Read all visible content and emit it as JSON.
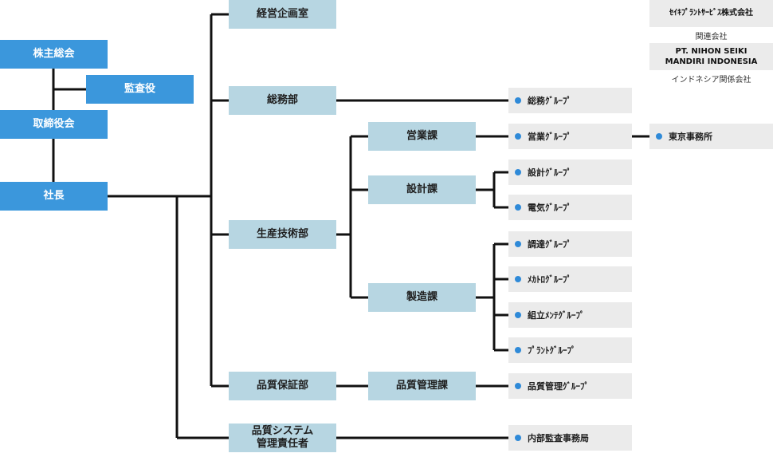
{
  "executive": {
    "shareholders": "株主総会",
    "auditor": "監査役",
    "board": "取締役会",
    "president": "社長"
  },
  "departments": {
    "planning": "経営企画室",
    "general_affairs": "総務部",
    "production_engineering": "生産技術部",
    "quality_assurance": "品質保証部",
    "quality_system_manager": "品質システム\n管理責任者"
  },
  "sections": {
    "sales": "営業課",
    "design": "設計課",
    "manufacturing": "製造課",
    "quality_control": "品質管理課"
  },
  "groups": {
    "general_affairs": "総務ｸﾞﾙｰﾌﾟ",
    "sales": "営業ｸﾞﾙｰﾌﾟ",
    "design": "設計ｸﾞﾙｰﾌﾟ",
    "electrical": "電気ｸﾞﾙｰﾌﾟ",
    "procurement": "調達ｸﾞﾙｰﾌﾟ",
    "mechatronics": "ﾒｶﾄﾛｸﾞﾙｰﾌﾟ",
    "assembly_maintenance": "組立ﾒﾝﾃｸﾞﾙｰﾌﾟ",
    "plant": "ﾌﾟﾗﾝﾄｸﾞﾙｰﾌﾟ",
    "quality_control": "品質管理ｸﾞﾙｰﾌﾟ",
    "internal_audit": "内部監査事務局",
    "tokyo_office": "東京事務所"
  },
  "affiliates": {
    "related_company_name": "ｾｲｷﾌﾟﾗﾝﾄｻｰﾋﾞｽ株式会社",
    "related_company_label": "関連会社",
    "indonesia_company_name": "PT. NIHON SEIKI\nMANDIRI INDONESIA",
    "indonesia_company_label": "インドネシア関係会社"
  },
  "colors": {
    "executive_box": "#3b97dc",
    "department_box": "#b7d6e2",
    "group_box": "#ebebeb",
    "bullet": "#2f8ad8",
    "connector": "#111111"
  }
}
